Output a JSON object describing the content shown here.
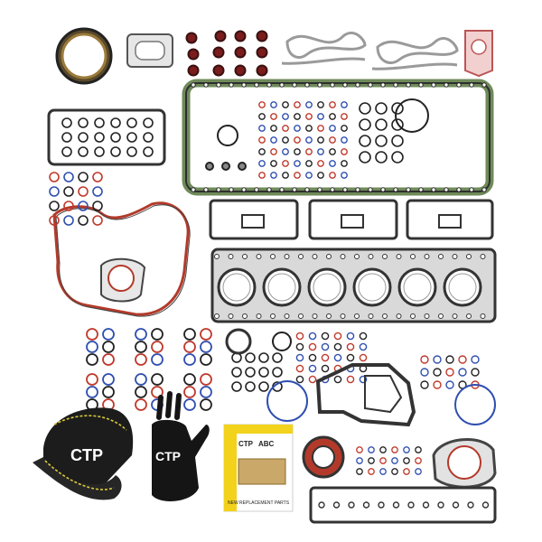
{
  "product": {
    "brand_mark": "CTP",
    "cap_logo": "CTP",
    "glove_logo": "CTP",
    "card_logo": "CTP",
    "card_title": "ABC",
    "card_footer": "NEW REPLACEMENT PARTS"
  },
  "colors": {
    "gasket_dark": "#3a3a3a",
    "gasket_green": "#6f8a5a",
    "seal_red": "#b33a2a",
    "oring_red": "#c0392b",
    "oring_blue": "#2f4fb0",
    "oring_black": "#222222",
    "card_yellow": "#f2d21b",
    "cap_black": "#1c1c1c",
    "cap_stitch": "#d9c93a"
  }
}
